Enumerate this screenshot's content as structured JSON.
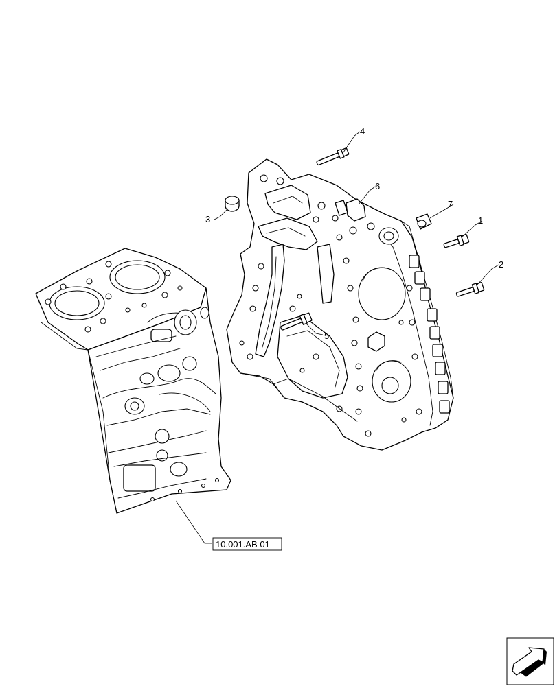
{
  "callouts": {
    "c1": "1",
    "c2": "2",
    "c3": "3",
    "c4": "4",
    "c5": "5",
    "c6": "6",
    "c7": "7"
  },
  "reference": {
    "label": "10.001.AB 01"
  },
  "icons": {
    "corner": "arrow-icon"
  }
}
